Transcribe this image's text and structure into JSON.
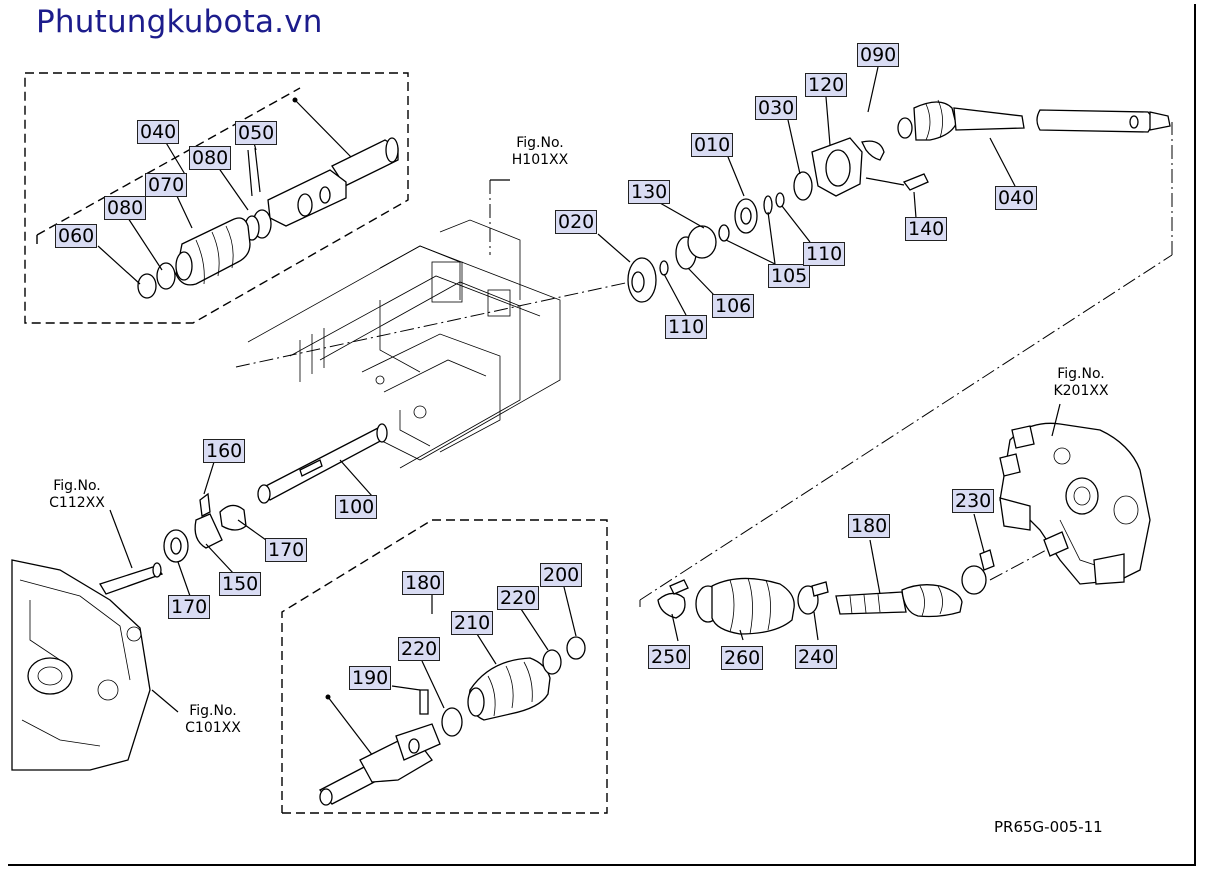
{
  "brand": "Phutungkubota.vn",
  "diagram_code": "PR65G-005-11",
  "fig_refs": {
    "h101": [
      "Fig.No.",
      "H101XX"
    ],
    "c112": [
      "Fig.No.",
      "C112XX"
    ],
    "c101": [
      "Fig.No.",
      "C101XX"
    ],
    "k201": [
      "Fig.No.",
      "K201XX"
    ]
  },
  "callouts": {
    "p040a": "040",
    "p050": "050",
    "p080a": "080",
    "p070": "070",
    "p080b": "080",
    "p060": "060",
    "p090": "090",
    "p120": "120",
    "p030": "030",
    "p010": "010",
    "p130": "130",
    "p020": "020",
    "p110a": "110",
    "p106": "106",
    "p105": "105",
    "p110b": "110",
    "p140": "140",
    "p040b": "040",
    "p160": "160",
    "p100": "100",
    "p170a": "170",
    "p150": "150",
    "p170b": "170",
    "p180a": "180",
    "p200": "200",
    "p220a": "220",
    "p210": "210",
    "p220b": "220",
    "p190": "190",
    "p180b": "180",
    "p230": "230",
    "p250": "250",
    "p260": "260",
    "p240": "240"
  },
  "colors": {
    "brand_text": "#1c1c8c",
    "callout_fill": "#d9dcf3",
    "line": "#000000"
  }
}
